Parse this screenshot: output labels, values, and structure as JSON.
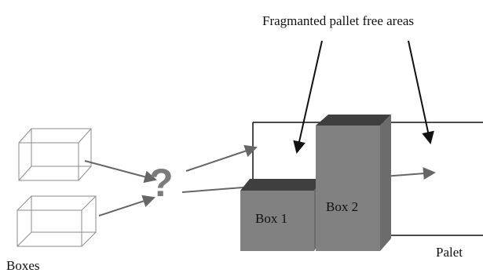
{
  "diagram": {
    "annotation": "Fragmanted pallet free areas",
    "boxes_label": "Boxes",
    "palet_label": "Palet",
    "box1_label": "Box 1",
    "box2_label": "Box 2",
    "question_mark": "?",
    "colors": {
      "box_front": "#818181",
      "box_side": "#6c6c6c",
      "box_top": "#3f3f3f",
      "stroke": "#111111",
      "wire_stroke": "#8b8b8b"
    }
  }
}
